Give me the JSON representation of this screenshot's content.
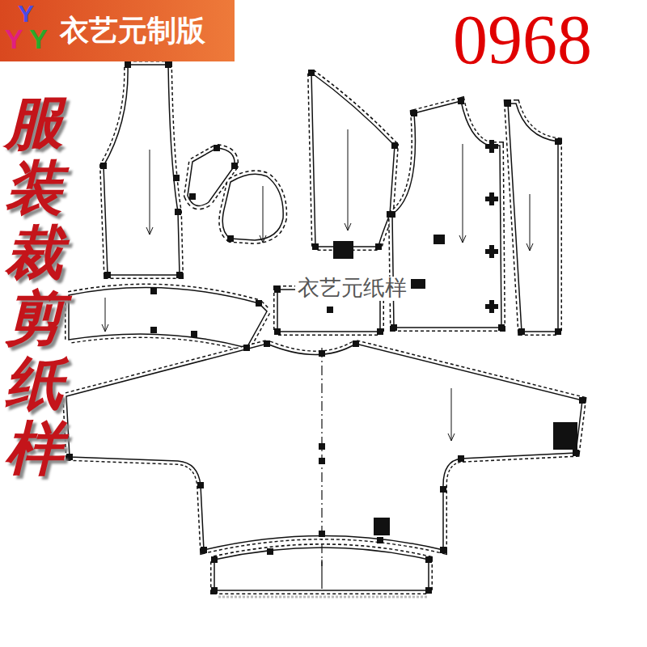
{
  "diagram": {
    "nodes": [
      {
        "text": [
          "衣艺元制版"
        ]
      }
    ],
    "labels": [
      "Y",
      "Y",
      "Y",
      "0968",
      "服装裁剪纸样",
      "衣艺元纸样"
    ]
  }
}
